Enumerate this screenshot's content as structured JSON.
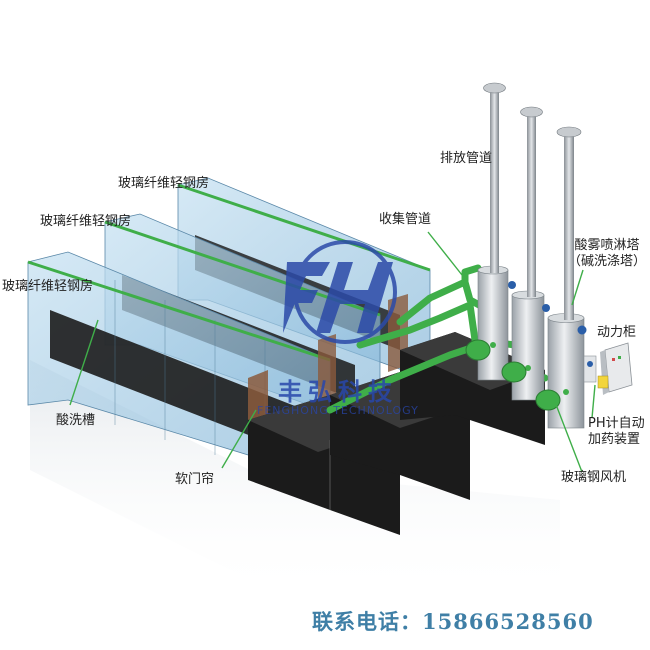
{
  "labels": {
    "steel_room_1": "玻璃纤维轻钢房",
    "steel_room_2": "玻璃纤维轻钢房",
    "steel_room_3": "玻璃纤维轻钢房",
    "exhaust_pipe": "排放管道",
    "collection_pipe": "收集管道",
    "spray_tower_line1": "酸雾喷淋塔",
    "spray_tower_line2": "（碱洗涤塔）",
    "power_cabinet": "动力柜",
    "ph_line1": "PH计自动",
    "ph_line2": "加药装置",
    "pickling_tank": "酸洗槽",
    "soft_curtain": "软门帘",
    "fan": "玻璃钢风机"
  },
  "logo": {
    "name": "丰弘科技",
    "english": "FENGHONG TECHNOLOGY"
  },
  "contact": "联系电话：15866528560",
  "colors": {
    "pipe_green": "#3fae49",
    "room_glass": "#9cc9e6",
    "tank_dark": "#1c1c1c",
    "tower_grey": "#c8ccd0",
    "logo_blue": "#2c4aa8",
    "contact_blue": "#3f7fa6"
  }
}
